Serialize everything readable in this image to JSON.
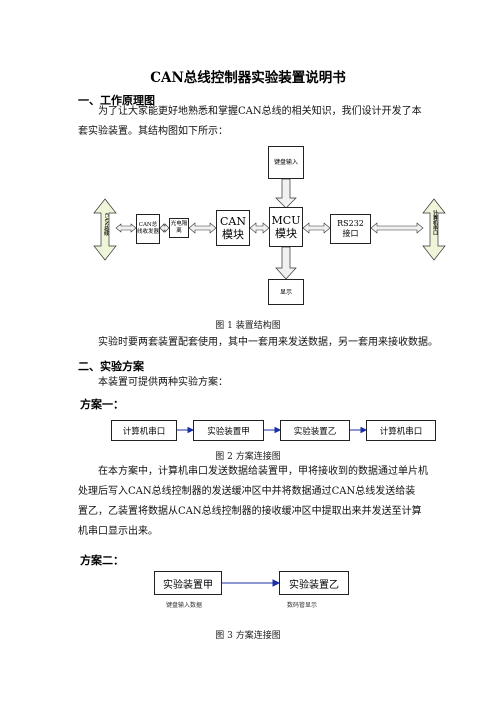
{
  "title": "CAN总线控制器实验装置说明书",
  "section1": {
    "heading": "一、工作原理图",
    "para": "为了让大家能更好地熟悉和掌握CAN总线的相关知识，我们设计开发了本套实验装置。其结构图如下所示："
  },
  "fig1": {
    "left_bus": "CAN总线",
    "right_bus": "计算机串口",
    "transceiver": "CAN总线收发器",
    "isolation": "光电隔离",
    "can_module": "CAN模块",
    "mcu_module": "MCU模块",
    "rs232": "RS232接口",
    "keyboard": "键盘输入",
    "display": "显示",
    "caption": "图 1  装置结构图"
  },
  "para2": "实验时要两套装置配套使用，其中一套用来发送数据，另一套用来接收数据。",
  "section2": {
    "heading": "二、实验方案",
    "para": "本装置可提供两种实验方案："
  },
  "scheme1": {
    "heading": "方案一：",
    "boxes": [
      "计算机串口",
      "实验装置甲",
      "实验装置乙",
      "计算机串口"
    ],
    "caption": "图 2  方案连接图",
    "para_lines": [
      "在本方案中，计算机串口发送数据给装置甲，甲将接收到的数据通过单片机",
      "处理后写入CAN总线控制器的发送缓冲区中并将数据通过CAN总线发送给装",
      "置乙，乙装置将数据从CAN总线控制器的接收缓冲区中提取出来并发送至计算",
      "机串口显示出来。"
    ]
  },
  "scheme2": {
    "heading": "方案二：",
    "boxes": [
      "实验装置甲",
      "实验装置乙"
    ],
    "notes": [
      "键盘输入数据",
      "数码管显示"
    ],
    "caption": "图 3  方案连接图"
  },
  "colors": {
    "arrow_fill": "#f1f1f1",
    "connector": "#1a2fa8",
    "bus_fill": "#eef5d8"
  }
}
